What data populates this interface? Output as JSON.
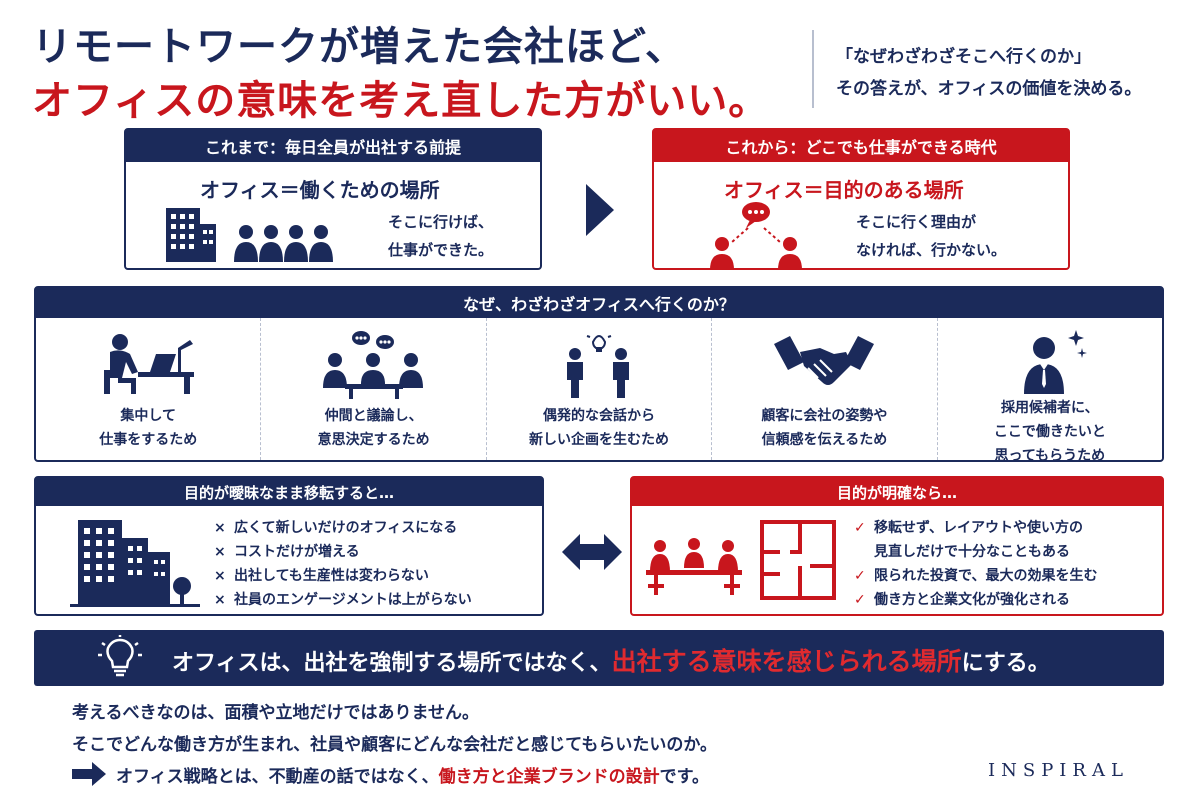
{
  "header": {
    "title_line1": "リモートワークが増えた会社ほど、",
    "title_line2": "オフィスの意味を考え直した方がいい。",
    "tagline1": "「なぜわざわざそこへ行くのか」",
    "tagline2": "その答えが、オフィスの価値を決める。"
  },
  "before": {
    "head": "これまで：毎日全員が出社する前提",
    "subtitle": "オフィス＝働くための場所",
    "desc1": "そこに行けば、",
    "desc2": "仕事ができた。"
  },
  "after": {
    "head": "これから：どこでも仕事ができる時代",
    "subtitle": "オフィス＝目的のある場所",
    "desc1": "そこに行く理由が",
    "desc2": "なければ、行かない。"
  },
  "why": {
    "head": "なぜ、わざわざオフィスへ行くのか？",
    "items": [
      {
        "line1": "集中して",
        "line2": "仕事をするため",
        "line3": "",
        "icon": "person-at-desk-icon"
      },
      {
        "line1": "仲間と議論し、",
        "line2": "意思決定するため",
        "line3": "",
        "icon": "team-discussion-icon"
      },
      {
        "line1": "偶発的な会話から",
        "line2": "新しい企画を生むため",
        "line3": "",
        "icon": "idea-conversation-icon"
      },
      {
        "line1": "顧客に会社の姿勢や",
        "line2": "信頼感を伝えるため",
        "line3": "",
        "icon": "handshake-icon"
      },
      {
        "line1": "採用候補者に、",
        "line2": "ここで働きたいと",
        "line3": "思ってもらうため",
        "icon": "candidate-icon"
      }
    ]
  },
  "vague": {
    "head": "目的が曖昧なまま移転すると…",
    "mark": "×",
    "items": [
      "広くて新しいだけのオフィスになる",
      "コストだけが増える",
      "出社しても生産性は変わらない",
      "社員のエンゲージメントは上がらない"
    ]
  },
  "clear": {
    "head": "目的が明確なら…",
    "mark": "✓",
    "items": [
      "移転せず、レイアウトや使い方の",
      "見直しだけで十分なこともある",
      "限られた投資で、最大の効果を生む",
      "働き方と企業文化が強化される"
    ]
  },
  "banner": {
    "pre": "オフィスは、出社を強制する場所ではなく、",
    "highlight": "出社する意味を感じられる場所",
    "post": "にする。"
  },
  "footer": {
    "line1": "考えるべきなのは、面積や立地だけではありません。",
    "line2": "そこでどんな働き方が生まれ、社員や顧客にどんな会社だと感じてもらいたいのか。",
    "line3_pre": "オフィス戦略とは、不動産の話ではなく、",
    "line3_hl": "働き方と企業ブランドの設計",
    "line3_post": "です。",
    "logo": "INSPIRAL"
  },
  "colors": {
    "navy": "#1b2a5a",
    "red": "#c8161d"
  }
}
